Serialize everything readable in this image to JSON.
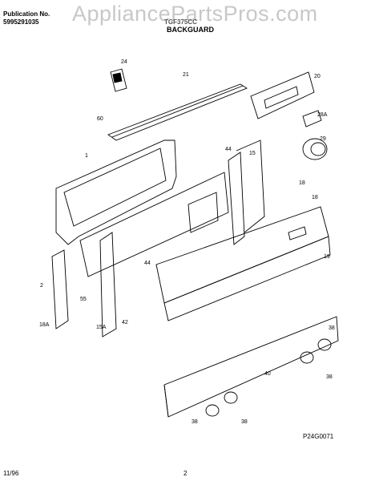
{
  "watermark": "AppliancePartsPros.com",
  "header": {
    "publication_label": "Publication No.",
    "publication_number": "5995291035",
    "model": "TGF375CC",
    "section_title": "BACKGUARD"
  },
  "diagram": {
    "drawing_code": "P24G0071",
    "callouts": [
      "24",
      "21",
      "20",
      "60",
      "1",
      "44",
      "15",
      "18",
      "28A",
      "29",
      "18",
      "19",
      "2",
      "55",
      "44",
      "42",
      "18A",
      "15A",
      "38",
      "38",
      "40",
      "38",
      "38"
    ]
  },
  "footer": {
    "date": "11/96",
    "page_number": "2"
  }
}
